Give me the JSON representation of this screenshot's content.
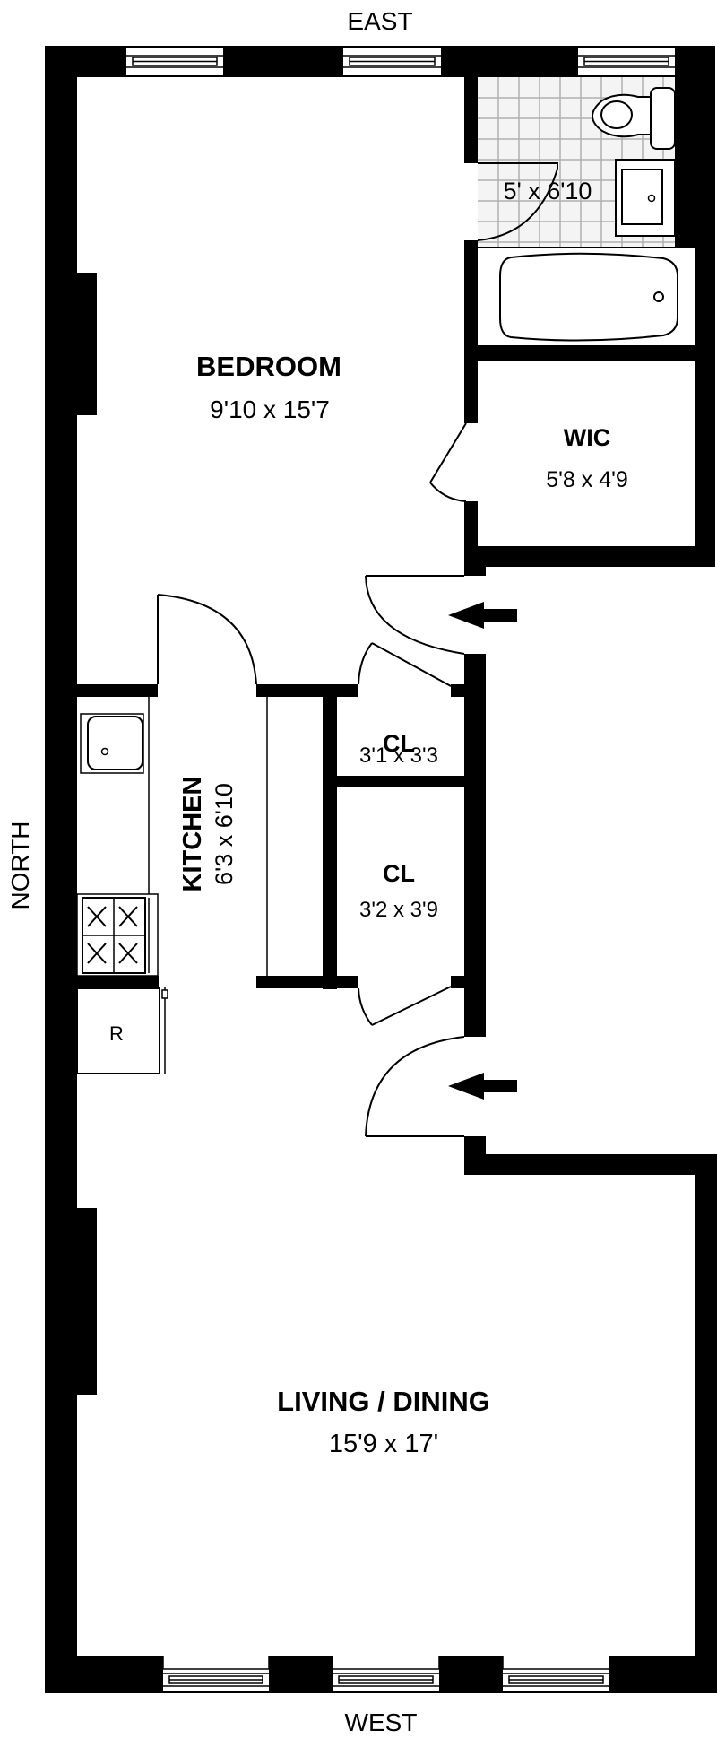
{
  "floorplan": {
    "compass": {
      "top": "EAST",
      "bottom": "WEST",
      "left": "NORTH"
    },
    "rooms": {
      "bedroom": {
        "name": "BEDROOM",
        "dimensions": "9'10 x 15'7"
      },
      "bathroom": {
        "name": "",
        "dimensions": "5' x 6'10"
      },
      "wic": {
        "name": "WIC",
        "dimensions": "5'8 x 4'9"
      },
      "kitchen": {
        "name": "KITCHEN",
        "dimensions": "6'3 x 6'10"
      },
      "closet_1": {
        "name": "CL",
        "dimensions": "3'1 x 3'3"
      },
      "closet_2": {
        "name": "CL",
        "dimensions": "3'2 x 3'9"
      },
      "living_dining": {
        "name": "LIVING / DINING",
        "dimensions": "15'9 x 17'"
      }
    },
    "appliances": {
      "refrigerator": "R"
    },
    "entry_arrows": 2,
    "windows": {
      "east": 3,
      "west": 3
    }
  }
}
